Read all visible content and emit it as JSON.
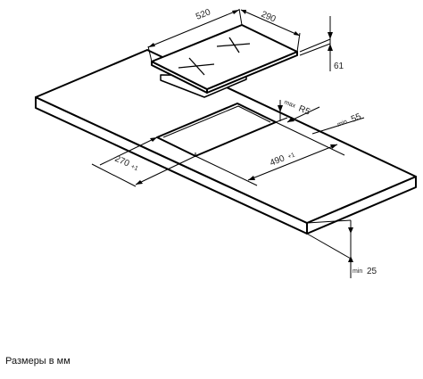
{
  "diagram": {
    "dim_hob_width": "520",
    "dim_hob_depth": "290",
    "dim_hob_height": "61",
    "dim_radius": "R5",
    "dim_radius_prefix": "max",
    "dim_edge_clearance": "55",
    "dim_edge_prefix": "min",
    "dim_cutout_width": "490",
    "dim_cutout_width_tol": "+1",
    "dim_cutout_depth": "270",
    "dim_cutout_depth_tol": "+1",
    "dim_worktop_thickness": "25",
    "dim_thickness_prefix": "min",
    "caption": "Размеры в мм"
  }
}
